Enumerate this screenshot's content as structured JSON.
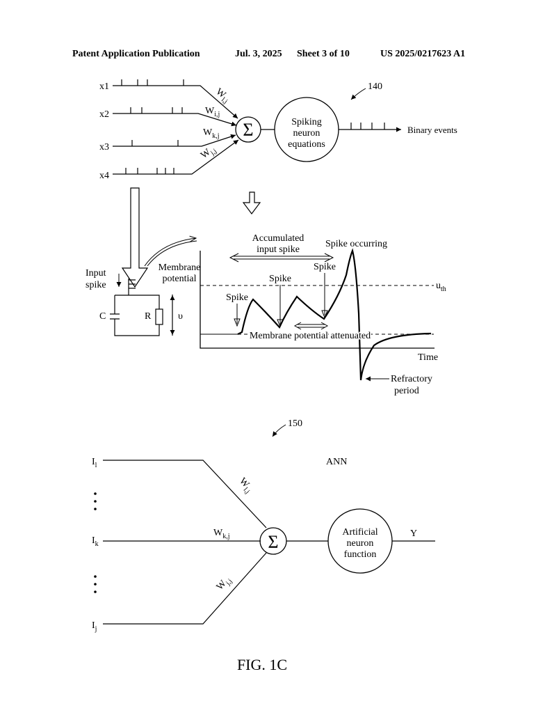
{
  "header": {
    "publication": "Patent Application Publication",
    "date": "Jul. 3, 2025",
    "sheet": "Sheet 3 of 10",
    "number": "US 2025/0217623 A1"
  },
  "snn": {
    "ref": "140",
    "inputs": [
      "x1",
      "x2",
      "x3",
      "x4"
    ],
    "weights": [
      {
        "main": "W",
        "sub": "l,j"
      },
      {
        "main": "W",
        "sub": "i,j"
      },
      {
        "main": "W",
        "sub": "k,j"
      },
      {
        "main": "W",
        "sub": "j,j"
      }
    ],
    "sum_symbol": "Σ",
    "neuron_lines": [
      "Spiking",
      "neuron",
      "equations"
    ],
    "output_label": "Binary events"
  },
  "circuit": {
    "input_lines": [
      "Input",
      "spike"
    ],
    "c_label": "C",
    "r_label": "R",
    "v_label": "υ"
  },
  "potential": {
    "membrane_lines": [
      "Membrane",
      "potential"
    ],
    "accumulated_lines": [
      "Accumulated",
      "input spike"
    ],
    "spike_occurring": "Spike occurring",
    "spike_labels": [
      "Spike",
      "Spike",
      "Spike"
    ],
    "threshold": {
      "main": "u",
      "sub": "th"
    },
    "attenuated": "Membrane potential attenuated",
    "time": "Time",
    "refractory_lines": [
      "Refractory",
      "period"
    ]
  },
  "ann": {
    "ref": "150",
    "title": "ANN",
    "inputs": [
      {
        "main": "I",
        "sub": "l"
      },
      {
        "main": "I",
        "sub": "k"
      },
      {
        "main": "I",
        "sub": "j"
      }
    ],
    "weights": [
      {
        "main": "W",
        "sub": "l,j"
      },
      {
        "main": "W",
        "sub": "k,j"
      },
      {
        "main": "W",
        "sub": "j,j"
      }
    ],
    "sum_symbol": "Σ",
    "neuron_lines": [
      "Artificial",
      "neuron",
      "function"
    ],
    "output": "Y"
  },
  "figure_label": "FIG. 1C"
}
